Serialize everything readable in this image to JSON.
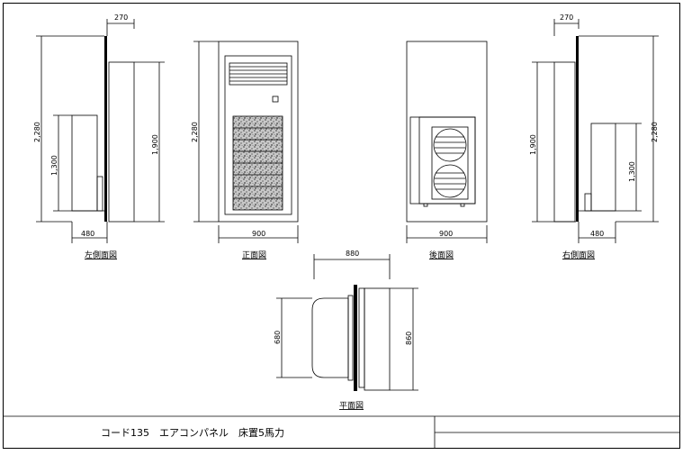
{
  "views": {
    "left_side": {
      "caption": "左側面図",
      "dim_top": "270",
      "dim_height_total": "2,280",
      "dim_height_unit": "1,300",
      "dim_height_panel": "1,900",
      "dim_bottom": "480"
    },
    "front": {
      "caption": "正面図",
      "dim_height": "2,280",
      "dim_width": "900"
    },
    "rear": {
      "caption": "後面図",
      "dim_width": "900"
    },
    "right_side": {
      "caption": "右側面図",
      "dim_top": "270",
      "dim_height_total": "2,280",
      "dim_height_unit": "1,300",
      "dim_height_panel": "1,900",
      "dim_bottom": "480"
    },
    "plan": {
      "caption": "平面図",
      "dim_width": "880",
      "dim_depth_unit": "680",
      "dim_depth_total": "860"
    }
  },
  "title_block": {
    "title": "コード135　エアコンパネル　床置5馬力"
  },
  "colors": {
    "line": "#000000",
    "grille_a": "#8a8a8a",
    "grille_b": "#c8c8c8"
  }
}
